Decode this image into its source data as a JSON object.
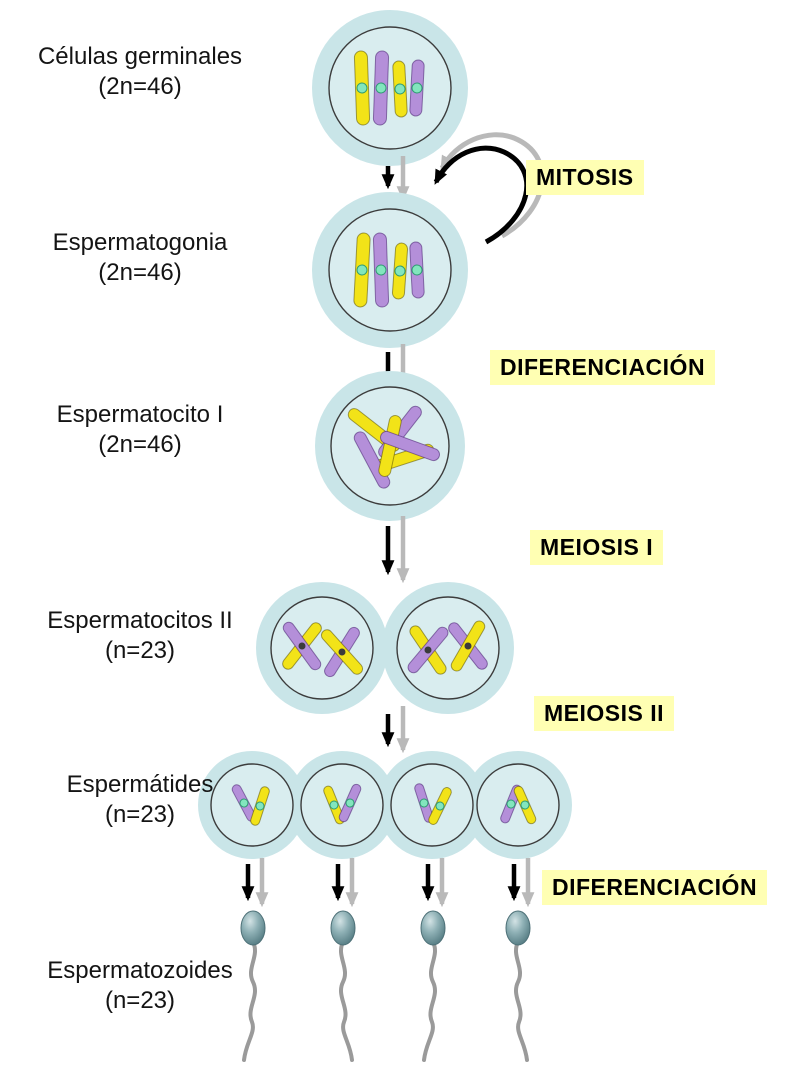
{
  "diagram": {
    "stages": [
      {
        "name": "Células germinales",
        "ploidy": "(2n=46)"
      },
      {
        "name": "Espermatogonia",
        "ploidy": "(2n=46)"
      },
      {
        "name": "Espermatocito I",
        "ploidy": "(2n=46)"
      },
      {
        "name": "Espermatocitos II",
        "ploidy": "(n=23)"
      },
      {
        "name": "Espermátides",
        "ploidy": "(n=23)"
      },
      {
        "name": "Espermatozoides",
        "ploidy": "(n=23)"
      }
    ],
    "processes": [
      "MITOSIS",
      "DIFERENCIACIÓN",
      "MEIOSIS I",
      "MEIOSIS II",
      "DIFERENCIACIÓN"
    ],
    "colors": {
      "cell-fill": "#c9e5e8",
      "chromosome-yellow": "#f2e318",
      "chromosome-purple": "#b48fd9",
      "centromere-green": "#82e6bd",
      "label-bg": "#ffffb3",
      "arrow-black": "#000000",
      "arrow-gray": "#b9b9b9",
      "sperm-head": "#6f959b",
      "sperm-tail": "#9a9a9a"
    }
  }
}
